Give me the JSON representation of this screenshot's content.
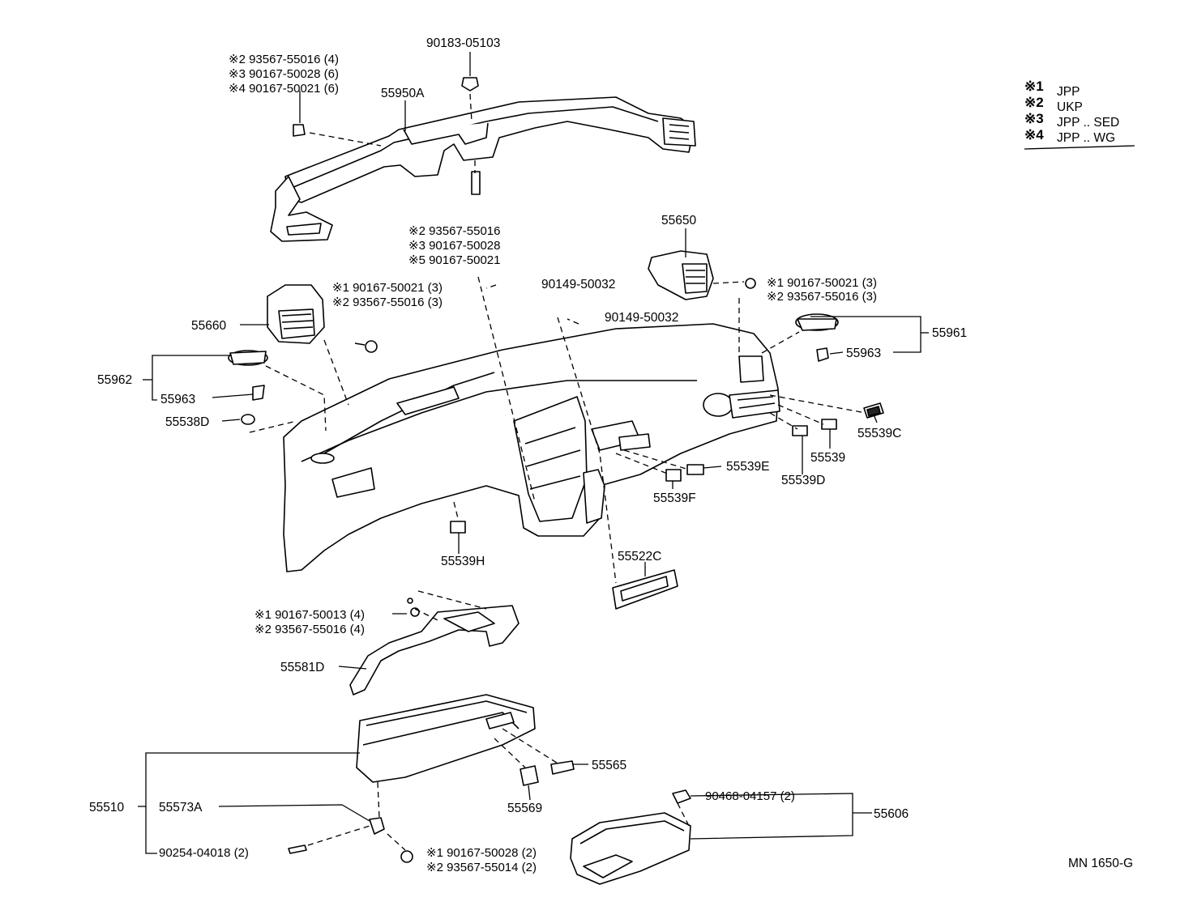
{
  "diagram_id": "MN 1650-G",
  "legend": [
    {
      "mark": "※1",
      "text": "JPP"
    },
    {
      "mark": "※2",
      "text": "UKP"
    },
    {
      "mark": "※3",
      "text": "JPP .. SED"
    },
    {
      "mark": "※4",
      "text": "JPP .. WG"
    }
  ],
  "callouts": {
    "duct_screws": [
      "※2 93567-55016 (4)",
      "※3 90167-50028 (6)",
      "※4 90167-50021 (6)"
    ],
    "duct_clip": "90183-05103",
    "duct": "55950A",
    "duct_center_screws": [
      "※2  93567-55016",
      "※3  90167-50028",
      "※5  90167-50021"
    ],
    "vent_right": "55650",
    "vent_right_screws": [
      "※1 90167-50021 (3)",
      "※2 93567-55016 (3)"
    ],
    "vent_left_screws": [
      "※1 90167-50021 (3)",
      "※2 93567-55016 (3)"
    ],
    "bolt_a": "90149-50032",
    "bolt_b": "90149-50032",
    "vent_left": "55660",
    "defroster_right_asm": "55961",
    "defroster_right_cap": "55963",
    "defroster_left_asm": "55962",
    "defroster_left_cap": "55963",
    "hole_cover_left": "55538D",
    "cover_c": "55539C",
    "cover_plain": "55539",
    "cover_d": "55539D",
    "cover_e": "55539E",
    "cover_f": "55539F",
    "cover_h": "55539H",
    "panel_c": "55522C",
    "brace_screws": [
      "※1 90167-50013 (4)",
      "※2 93567-55016 (4)"
    ],
    "brace": "55581D",
    "glove_box_asm": "55510",
    "glove_lock": "55573A",
    "glove_pin": "90254-04018 (2)",
    "glove_screws": [
      "※1 90167-50028 (2)",
      "※2 93567-55014 (2)"
    ],
    "glove_latch_cover": "55565",
    "glove_stopper": "55569",
    "box_clip": "90468-04157 (2)",
    "box": "55606"
  }
}
